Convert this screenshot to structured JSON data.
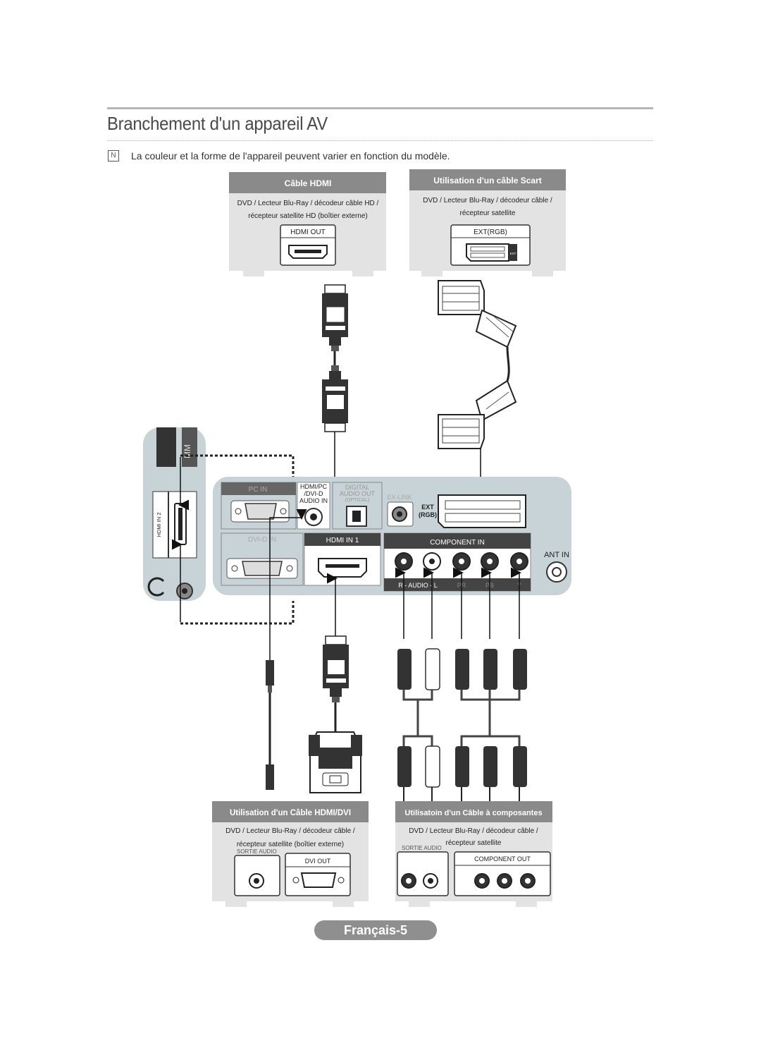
{
  "page": {
    "title": "Branchement d'un appareil AV",
    "note_icon": "N",
    "note": "La couleur et la forme de l'appareil peuvent varier en fonction du modèle.",
    "footer": "Français-5"
  },
  "boxes": {
    "hdmi": {
      "header": "Câble HDMI",
      "line1": "DVD / Lecteur Blu-Ray / décodeur câble HD /",
      "line2": "récepteur satellite HD (boîtier externe)",
      "port": "HDMI OUT"
    },
    "scart": {
      "header": "Utilisation d'un câble Scart",
      "line1": "DVD / Lecteur Blu-Ray / décodeur câble /",
      "line2": "récepteur satellite",
      "port": "EXT(RGB)",
      "mini": "EXT"
    },
    "hdmi_dvi": {
      "header": "Utilisation d'un Câble HDMI/DVI",
      "line1": "DVD / Lecteur Blu-Ray / décodeur câble /",
      "line2": "récepteur satellite (boîtier externe)",
      "audio_label": "SORTIE AUDIO",
      "port": "DVI OUT"
    },
    "component": {
      "header": "Utilisatoin d'un Câble à composantes",
      "line1": "DVD / Lecteur Blu-Ray / décodeur câble /",
      "line2": "récepteur satellite",
      "audio_label": "SORTIE AUDIO",
      "port": "COMPONENT OUT"
    }
  },
  "tv_panel": {
    "pc_in": "PC IN",
    "hdmi_pc": "HDMI/PC",
    "dvi_d": "/DVI-D",
    "audio_in": "AUDIO IN",
    "digital": "DIGITAL",
    "audio_out": "AUDIO OUT",
    "optical": "(OPTICAL)",
    "ex_link": "EX-LINK",
    "ext": "EXT",
    "rgb": "(RGB)",
    "dvi_d_in": "DVI-D IN",
    "hdmi_in_1": "HDMI IN 1",
    "component_in": "COMPONENT IN",
    "audio_row": "R - AUDIO - L",
    "pr": "PR",
    "pb": "PB",
    "y": "Y",
    "ant_in": "ANT IN",
    "hdmi_in_2": "HDMI IN 2",
    "side_top": "MM"
  },
  "colors": {
    "header_gray": "#8a8a8a",
    "box_gray": "#e3e3e3",
    "panel_blue": "#c7d3d6",
    "dark": "#333333"
  }
}
